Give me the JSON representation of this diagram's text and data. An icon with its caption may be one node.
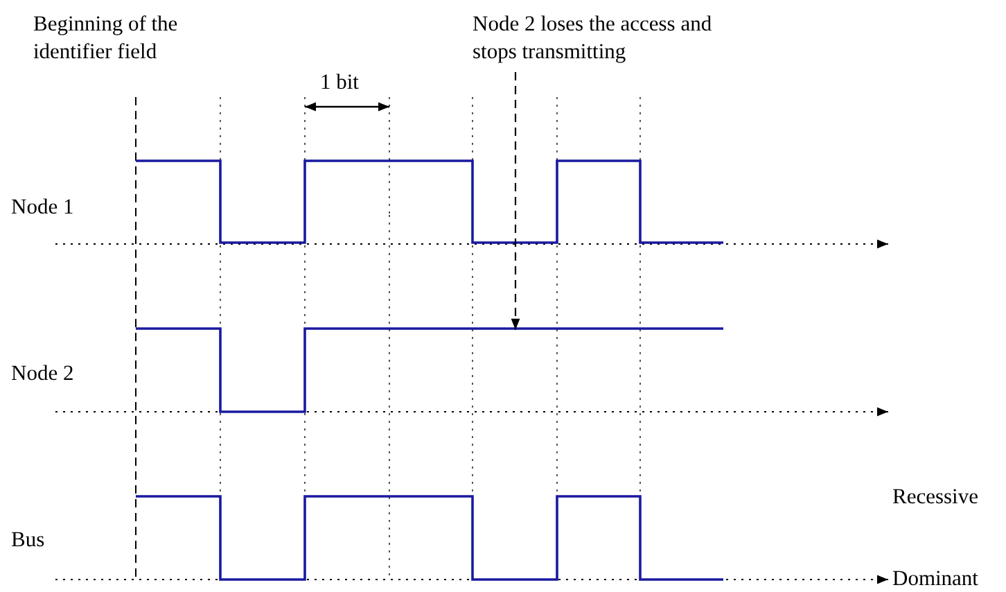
{
  "diagram": {
    "nodes": [
      {
        "text": [
          "Node 2 loses the access and stops transmitting"
        ]
      },
      {
        "text": [],
        "shape": "line"
      }
    ],
    "edges": [
      {
        "from": 0,
        "to": 1,
        "arrow": "to",
        "style": "dashed"
      }
    ],
    "labels": [
      "Beginning of the identifier field",
      "1 bit",
      "Node 1",
      "Node 2",
      "Bus",
      "Recessive",
      "Dominant"
    ]
  }
}
